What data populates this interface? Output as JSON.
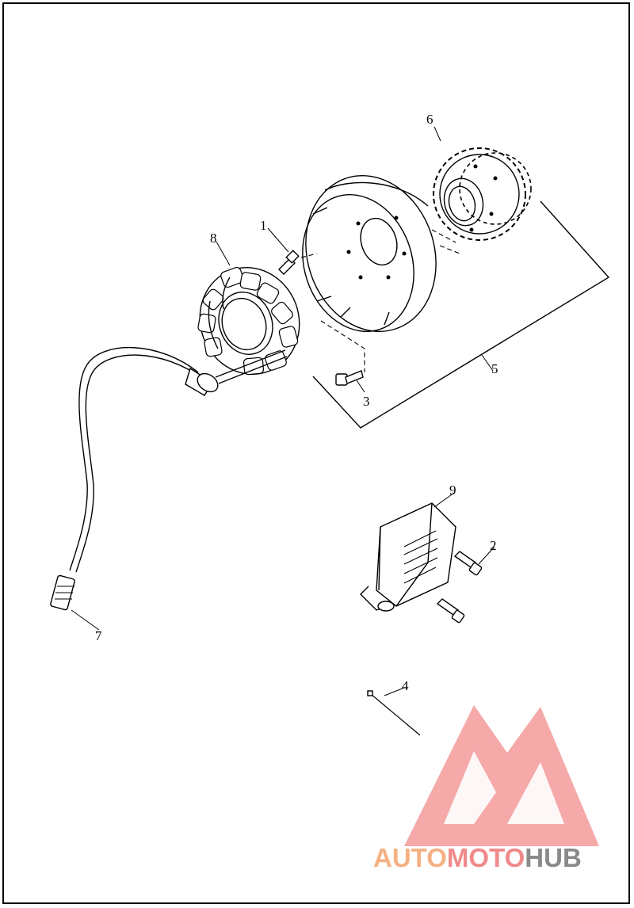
{
  "diagram": {
    "callouts": [
      {
        "id": "1",
        "part": "screw"
      },
      {
        "id": "2",
        "part": "regulator-screw"
      },
      {
        "id": "3",
        "part": "rotor-screw"
      },
      {
        "id": "4",
        "part": "cable-strap"
      },
      {
        "id": "5",
        "part": "rotor-assembly"
      },
      {
        "id": "6",
        "part": "sprocket"
      },
      {
        "id": "7",
        "part": "stator-connector"
      },
      {
        "id": "8",
        "part": "stator"
      },
      {
        "id": "9",
        "part": "voltage-regulator"
      }
    ]
  },
  "watermark": {
    "part1": "AUTO",
    "part2": "MOTO",
    "part3": "HUB",
    "colors": {
      "auto": "#f5b183",
      "moto": "#f08a8a",
      "hub": "#8a8a8a",
      "logo": "#f39a9a"
    }
  }
}
